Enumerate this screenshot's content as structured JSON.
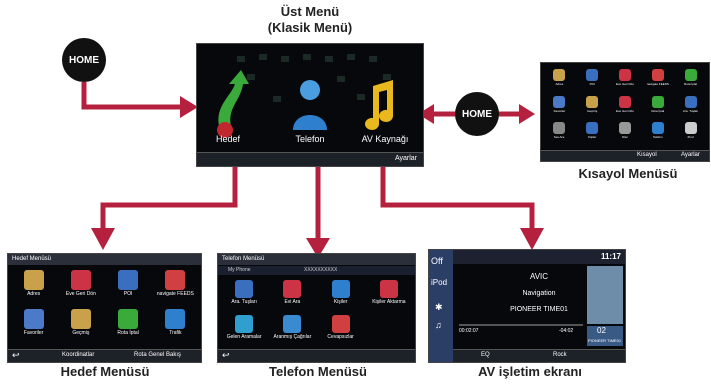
{
  "top": {
    "title_line1": "Üst Menü",
    "title_line2": "(Klasik Menü)"
  },
  "home_label": "HOME",
  "main_screen": {
    "item1": "Hedef",
    "item2": "Telefon",
    "item3": "AV Kaynağı",
    "footer_button": "Ayarlar"
  },
  "shortcut": {
    "caption": "Kısayol Menüsü",
    "footer_left": "Kısayol",
    "footer_right": "Ayarlar",
    "items": [
      "Adres",
      "POI",
      "Eve Geri Dön",
      "navigate FEEDS",
      "Rota İptal",
      "Favoriler",
      "Geçmiş",
      "Eve Geri Dön",
      "Rota İptal",
      "Ara. Tuşları",
      "Ses Ara.",
      "Kişiler",
      "Disc",
      "Telefon",
      "iPod"
    ]
  },
  "hedef": {
    "caption": "Hedef Menüsü",
    "header": "Hedef Menüsü",
    "items": [
      "Adres",
      "Eve Geri Dön",
      "POI",
      "navigate FEEDS",
      "Favoriler",
      "Geçmiş",
      "Rota İptal",
      "Trafik"
    ],
    "footer_mid": "Koordinatlar",
    "footer_right": "Rota Genel Bakış"
  },
  "telefon": {
    "caption": "Telefon Menüsü",
    "header": "Telefon Menüsü",
    "phone_name": "My Phone",
    "phone_number": "XXXXXXXXXX",
    "items": [
      "Ara. Tuşları",
      "Evi Ara",
      "Kişiler",
      "Kişiler Aktarma",
      "Gelen Aramalar",
      "Aranmış Çağrılar",
      "Cevapsızlar"
    ]
  },
  "av": {
    "caption": "AV işletim ekranı",
    "tab1": "Off",
    "tab2": "iPod",
    "clock": "11:17",
    "line1": "AVIC",
    "line2": "Navigation",
    "line3": "PIONEER TIME01",
    "time_left": "00:02:07",
    "time_right": "-04:02",
    "eq_label": "EQ",
    "genre": "Rock",
    "counter": "02",
    "album_caption": "PIONEER TIME01"
  },
  "colors": {
    "arrow": "#b5203e",
    "screen_bg": "#06080c"
  }
}
